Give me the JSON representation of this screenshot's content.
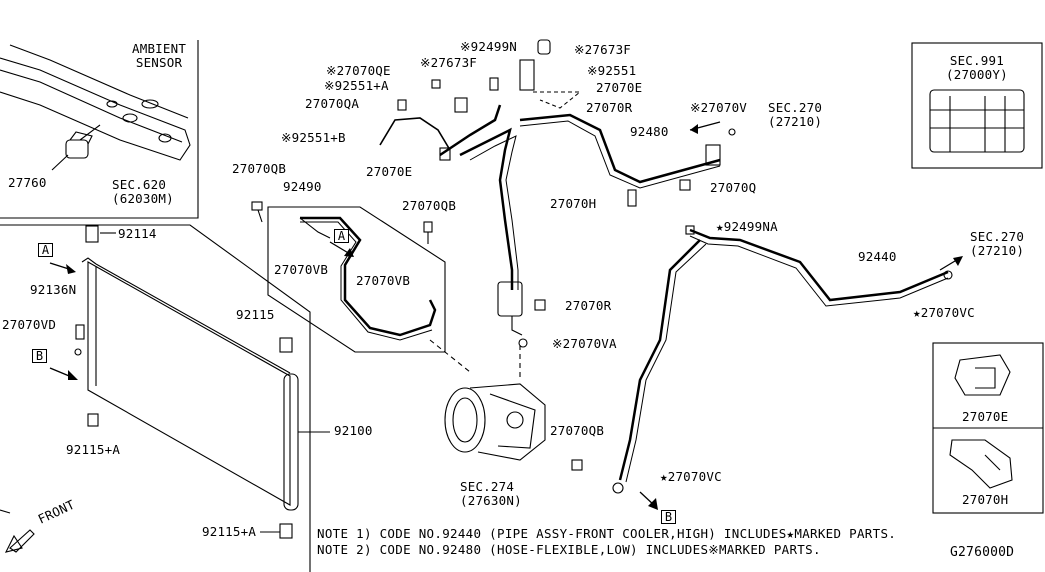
{
  "diagram_id": "G276000D",
  "labels": {
    "ambient_sensor": "AMBIENT\nSENSOR",
    "p27760": "27760",
    "sec620": "SEC.620\n(62030M)",
    "p92114": "92114",
    "p92136N": "92136N",
    "p27070VD": "27070VD",
    "p92115": "92115",
    "p92115A_left": "92115+A",
    "p92115A_bottom": "92115+A",
    "p92100": "92100",
    "front": "FRONT",
    "p27070QB_1": "27070QB",
    "p92490": "92490",
    "p27070VB_1": "27070VB",
    "p27070QB_2": "27070QB",
    "p27070VB_2": "27070VB",
    "p27070QE": "※27070QE",
    "p92551A": "※92551+A",
    "p27070QA": "27070QA",
    "p92551B": "※92551+B",
    "p27673F_1": "※27673F",
    "p92499N": "※92499N",
    "p27673F_2": "※27673F",
    "p92551": "※92551",
    "p27070E_top": "27070E",
    "p27070R_top": "27070R",
    "p27070E_mid": "27070E",
    "p92480": "92480",
    "p27070V": "※27070V",
    "sec270_top": "SEC.270\n(27210)",
    "p27070Q": "27070Q",
    "p27070H": "27070H",
    "p27070R_mid": "27070R",
    "p27070VA": "※27070VA",
    "p92499NA": "★92499NA",
    "p92440": "92440",
    "sec270_right": "SEC.270\n(27210)",
    "p27070VC_right": "★27070VC",
    "sec991": "SEC.991\n(27000Y)",
    "inset_27070E": "27070E",
    "inset_27070H": "27070H",
    "p27070QB_3": "27070QB",
    "p27070VC_bottom": "★27070VC",
    "sec274": "SEC.274\n(27630N)",
    "marker_A": "A",
    "marker_B": "B"
  },
  "notes": [
    "NOTE 1) CODE NO.92440 (PIPE ASSY-FRONT COOLER,HIGH) INCLUDES★MARKED PARTS.",
    "NOTE 2) CODE NO.92480 (HOSE-FLEXIBLE,LOW) INCLUDES※MARKED PARTS."
  ]
}
